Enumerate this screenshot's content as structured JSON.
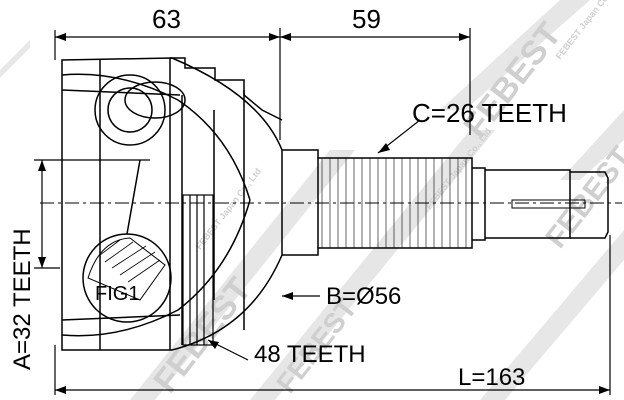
{
  "dimensions": {
    "width_left": "63",
    "width_right": "59",
    "total_length": "L=163"
  },
  "labels": {
    "outer_spline": "C=26 TEETH",
    "abs_ring": "B=Ø56",
    "abs_teeth": "48 TEETH",
    "inner_spline": "A=32 TEETH",
    "figure_ref": "FIG1"
  },
  "watermark": {
    "brand": "FEBEST",
    "small_text": "FEBEST Japan Co., Ltd"
  },
  "colors": {
    "line": "#000000",
    "watermark": "#d6d6d6",
    "background": "#ffffff"
  }
}
